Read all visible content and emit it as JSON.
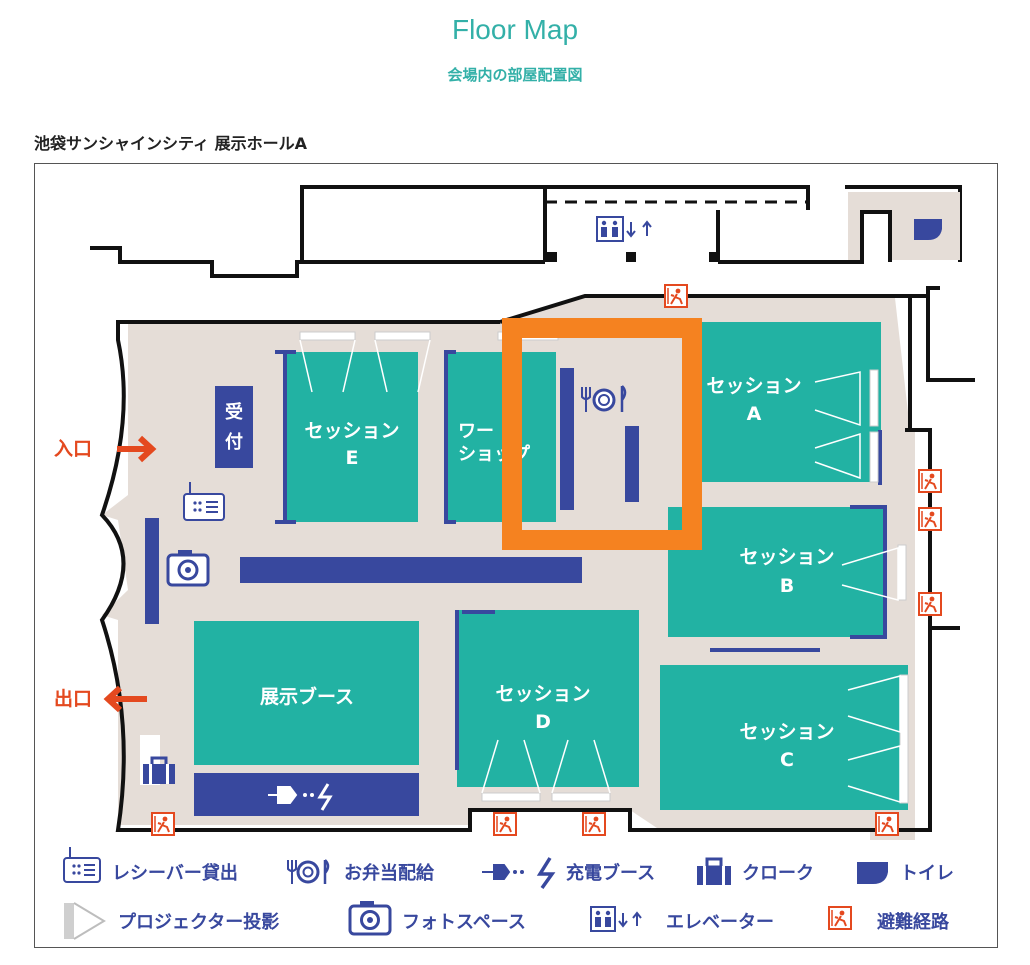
{
  "header": {
    "title": "Floor Map",
    "subtitle": "会場内の部屋配置図",
    "venue": "池袋サンシャインシティ 展示ホールA"
  },
  "rooms": {
    "session_a": [
      "セッション",
      "A"
    ],
    "session_b": [
      "セッション",
      "B"
    ],
    "session_c": [
      "セッション",
      "C"
    ],
    "session_d": [
      "セッション",
      "D"
    ],
    "session_e": [
      "セッション",
      "E"
    ],
    "workshop": [
      "ワー",
      "ショップ"
    ],
    "booth": "展示ブース",
    "reception": [
      "受",
      "付"
    ]
  },
  "labels": {
    "entrance": "入口",
    "exit": "出口"
  },
  "legend": [
    {
      "icon": "receiver-icon",
      "label": "レシーバー貸出"
    },
    {
      "icon": "bento-icon",
      "label": "お弁当配給"
    },
    {
      "icon": "charging-icon",
      "label": "充電ブース"
    },
    {
      "icon": "cloak-icon",
      "label": "クローク"
    },
    {
      "icon": "toilet-icon",
      "label": "トイレ"
    },
    {
      "icon": "projector-icon",
      "label": "プロジェクター投影"
    },
    {
      "icon": "camera-icon",
      "label": "フォトスペース"
    },
    {
      "icon": "elevator-icon",
      "label": "エレベーター"
    },
    {
      "icon": "evacuation-icon",
      "label": "避難経路"
    }
  ],
  "colors": {
    "room": "#22b2a3",
    "floor": "#e5ddd7",
    "furniture": "#38489e",
    "accent": "#e4491f",
    "highlight": "#f58220",
    "title": "#33b0a8"
  }
}
